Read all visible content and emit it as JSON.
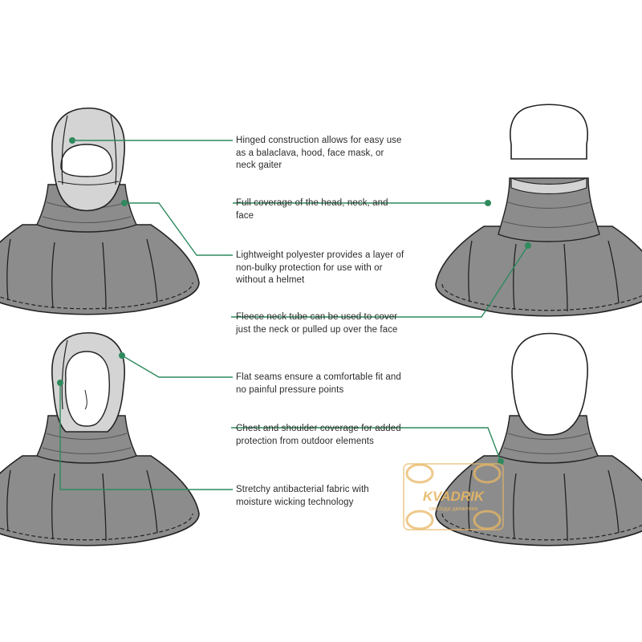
{
  "callouts": [
    {
      "id": "hinged",
      "text": "Hinged construction allows for easy use as a balaclava, hood, face mask, or neck gaiter"
    },
    {
      "id": "coverage",
      "text": "Full coverage of the head, neck, and face"
    },
    {
      "id": "polyester",
      "text": "Lightweight polyester provides a layer of non-bulky protection for use with or without a helmet"
    },
    {
      "id": "fleece",
      "text": "Fleece neck tube can be used to cover just the neck or pulled up over the face"
    },
    {
      "id": "seams",
      "text": "Flat seams ensure a comfortable fit and no painful pressure points"
    },
    {
      "id": "chest",
      "text": "Chest and shoulder coverage for added protection from outdoor elements"
    },
    {
      "id": "fabric",
      "text": "Stretchy antibacterial fabric with moisture wicking technology"
    }
  ],
  "watermark": {
    "brand": "KVADRIK",
    "tagline": "свобода движения"
  },
  "colors": {
    "leader": "#2f8a5e",
    "garment": "#8c8c8c",
    "garment_light": "#d4d4d4",
    "outline": "#222222",
    "watermark": "#e8b764"
  }
}
